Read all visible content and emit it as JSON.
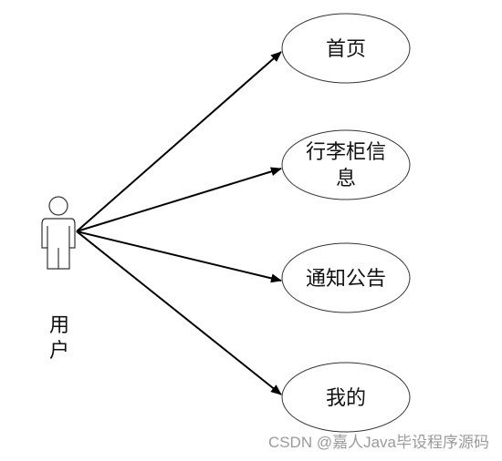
{
  "actor": {
    "name_line1": "用",
    "name_line2": "户"
  },
  "use_cases": [
    {
      "line1": "首页",
      "line2": ""
    },
    {
      "line1": "行李柜信",
      "line2": "息"
    },
    {
      "line1": "通知公告",
      "line2": ""
    },
    {
      "line1": "我的",
      "line2": ""
    }
  ],
  "watermark": "CSDN @嘉人Java毕设程序源码"
}
